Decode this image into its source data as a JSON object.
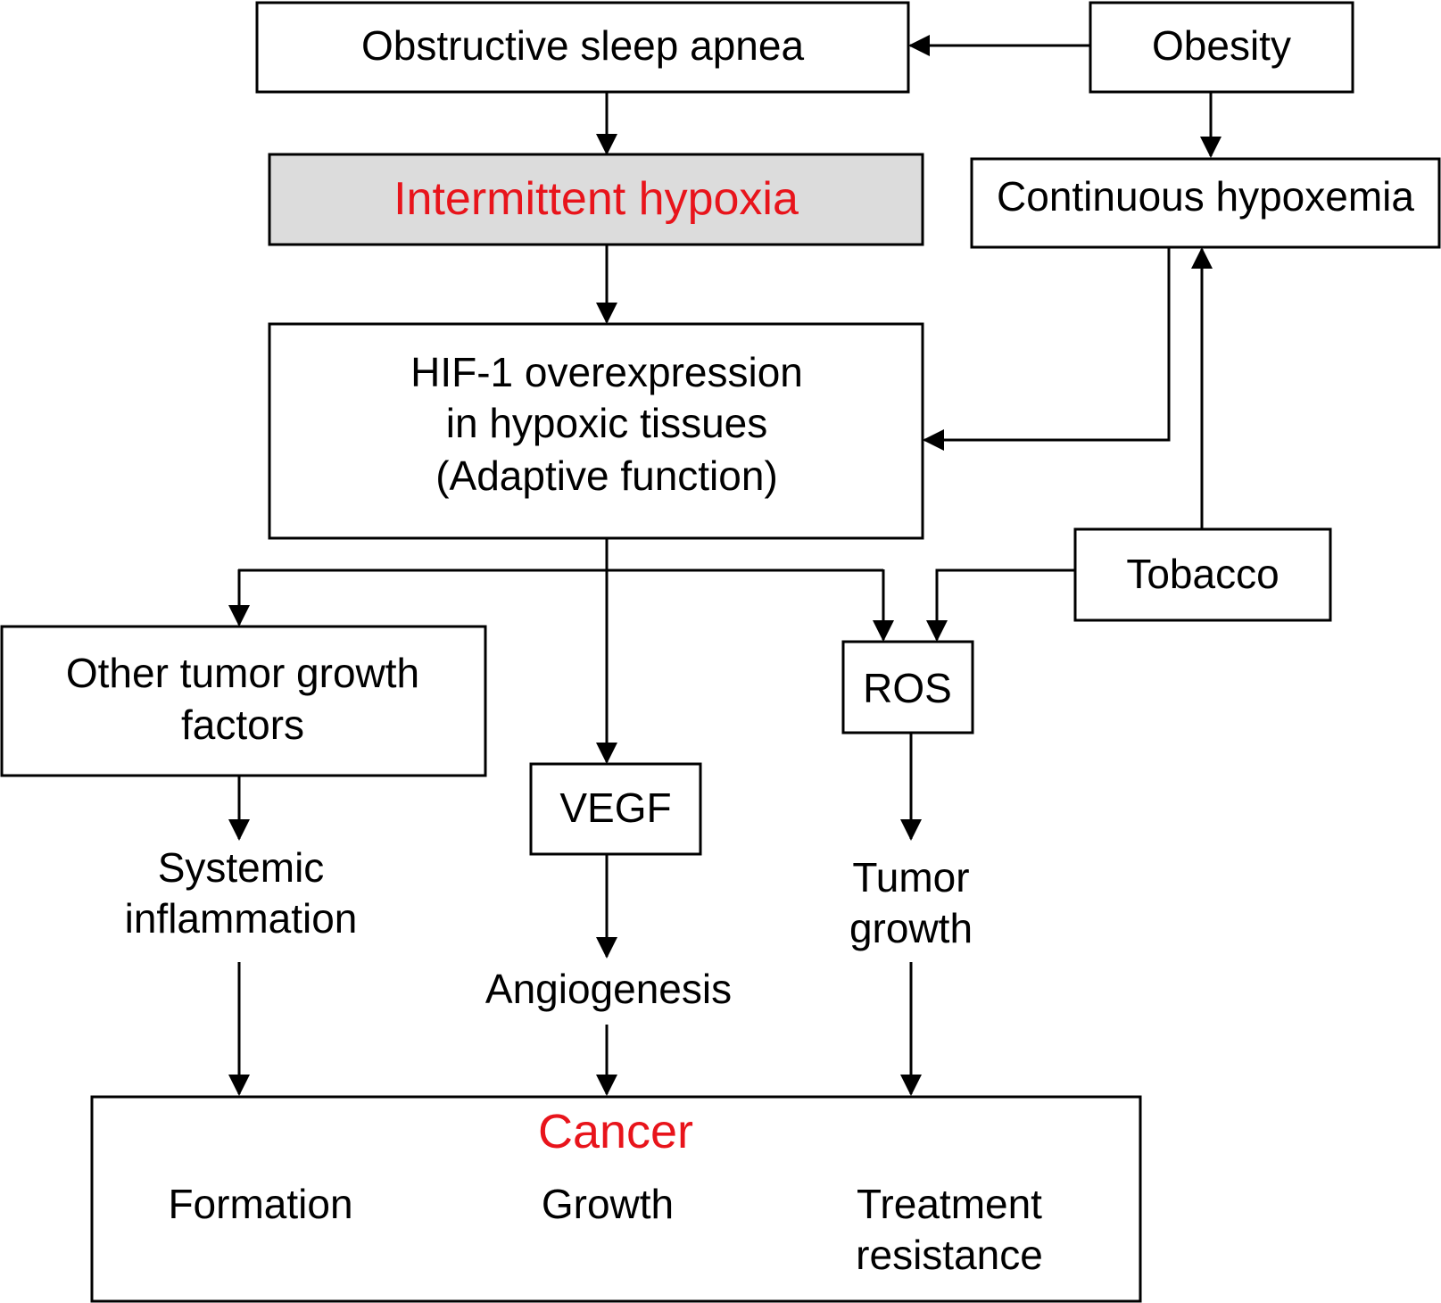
{
  "nodes": {
    "osa": "Obstructive sleep apnea",
    "obesity": "Obesity",
    "intermittent_hypoxia": "Intermittent hypoxia",
    "continuous_hypoxemia": "Continuous hypoxemia",
    "hif1": [
      "HIF-1 overexpression",
      "in hypoxic tissues",
      "(Adaptive function)"
    ],
    "tobacco": "Tobacco",
    "other_factors": [
      "Other tumor growth",
      "factors"
    ],
    "ros": "ROS",
    "vegf": "VEGF",
    "systemic_inflammation": [
      "Systemic",
      "inflammation"
    ],
    "tumor_growth": [
      "Tumor",
      "growth"
    ],
    "angiogenesis": "Angiogenesis",
    "cancer": {
      "title": "Cancer",
      "items": [
        "Formation",
        "Growth"
      ],
      "treatment_resistance": [
        "Treatment",
        "resistance"
      ]
    }
  },
  "edges": [
    {
      "from": "obesity",
      "to": "osa"
    },
    {
      "from": "obesity",
      "to": "continuous_hypoxemia"
    },
    {
      "from": "osa",
      "to": "intermittent_hypoxia"
    },
    {
      "from": "intermittent_hypoxia",
      "to": "hif1"
    },
    {
      "from": "continuous_hypoxemia",
      "to": "hif1"
    },
    {
      "from": "tobacco",
      "to": "continuous_hypoxemia"
    },
    {
      "from": "tobacco",
      "to": "ros"
    },
    {
      "from": "hif1",
      "to": "other_factors"
    },
    {
      "from": "hif1",
      "to": "vegf"
    },
    {
      "from": "hif1",
      "to": "ros"
    },
    {
      "from": "other_factors",
      "to": "systemic_inflammation"
    },
    {
      "from": "vegf",
      "to": "angiogenesis"
    },
    {
      "from": "ros",
      "to": "tumor_growth"
    },
    {
      "from": "systemic_inflammation",
      "to": "cancer"
    },
    {
      "from": "angiogenesis",
      "to": "cancer"
    },
    {
      "from": "tumor_growth",
      "to": "cancer"
    }
  ],
  "colors": {
    "accent": "#e8141b",
    "highlight_fill": "#dcdcdc",
    "line": "#000000"
  }
}
